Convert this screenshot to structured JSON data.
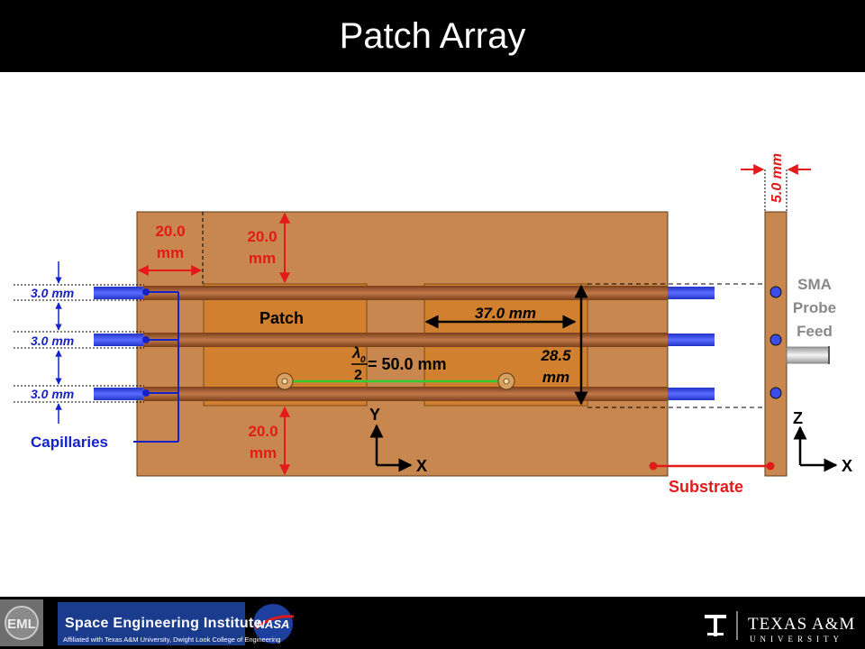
{
  "title": "Patch Array",
  "labels": {
    "dim_left_margin": [
      "20.0",
      "mm"
    ],
    "dim_top_margin": [
      "20.0",
      "mm"
    ],
    "dim_bottom_margin": [
      "20.0",
      "mm"
    ],
    "dim_spacing_1": "3.0 mm",
    "dim_spacing_2": "3.0 mm",
    "dim_spacing_3": "3.0 mm",
    "patch": "Patch",
    "patch_length": "37.0 mm",
    "patch_width": [
      "28.5",
      "mm"
    ],
    "lambda_symbol": "λ",
    "lambda_sub": "0",
    "lambda_den": "2",
    "lambda_value": "= 50.0 mm",
    "thickness": "5.0 mm",
    "feed": [
      "SMA",
      "Probe",
      "Feed"
    ],
    "capillaries": "Capillaries",
    "substrate": "Substrate",
    "axis_top_y": "Y",
    "axis_top_x": "X",
    "axis_side_z": "Z",
    "axis_side_x": "X"
  },
  "footer": {
    "lab_logo": "EML",
    "institute_name": "Space Engineering Institute",
    "institute_affiliation": "Affiliated with Texas A&M University, Dwight Look College of Engineering",
    "agency_logo": "NASA",
    "university_name": "TEXAS A&M",
    "university_sub": "UNIVERSITY"
  },
  "colors": {
    "substrate": "#c8874e",
    "patch": "#d0802e",
    "capillary": "#a35a2a",
    "fluid": "#3c4ce6",
    "dimension": "#e21a1a",
    "callout": "#1522c9",
    "feed_line": "#33cc33"
  }
}
